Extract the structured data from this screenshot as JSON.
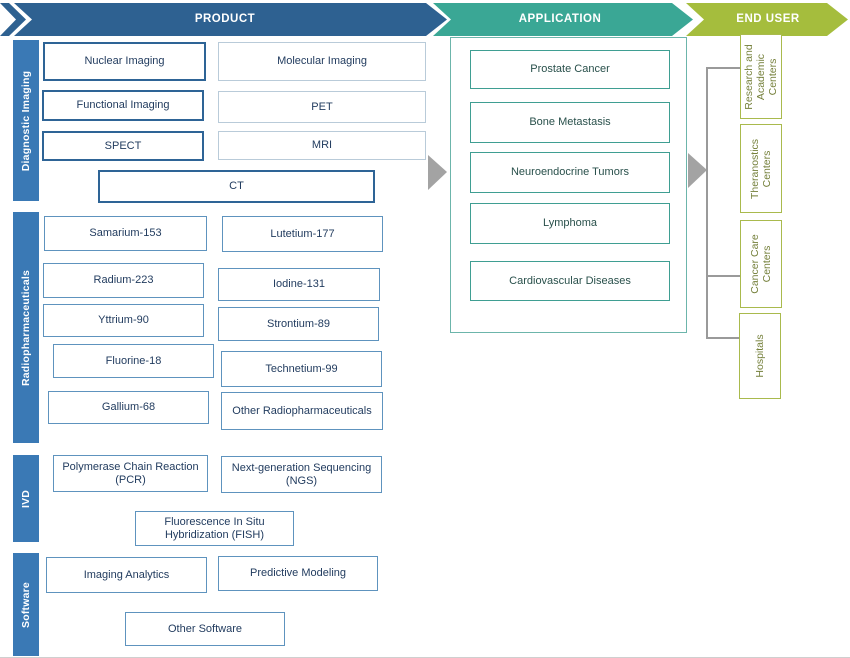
{
  "banners": {
    "product": {
      "label": "PRODUCT",
      "color": "#2e6191"
    },
    "application": {
      "label": "APPLICATION",
      "color": "#3aa795"
    },
    "end_user": {
      "label": "END USER",
      "color": "#a5bd3d"
    }
  },
  "product": {
    "tabs": [
      {
        "label": "Diagnostic Imaging"
      },
      {
        "label": "Radiopharmaceuticals"
      },
      {
        "label": "IVD"
      },
      {
        "label": "Software"
      }
    ],
    "diagnostic_imaging": [
      "Nuclear Imaging",
      "Molecular Imaging",
      "Functional Imaging",
      "PET",
      "SPECT",
      "MRI",
      "CT"
    ],
    "radiopharmaceuticals": [
      "Samarium-153",
      "Lutetium-177",
      "Radium-223",
      "Iodine-131",
      "Yttrium-90",
      "Strontium-89",
      "Fluorine-18",
      "Technetium-99",
      "Gallium-68",
      "Other Radiopharmaceuticals"
    ],
    "ivd": [
      "Polymerase Chain Reaction (PCR)",
      "Next-generation Sequencing (NGS)",
      "Fluorescence In Situ Hybridization (FISH)"
    ],
    "software": [
      "Imaging Analytics",
      "Predictive Modeling",
      "Other Software"
    ]
  },
  "application": {
    "items": [
      "Prostate Cancer",
      "Bone Metastasis",
      "Neuroendocrine Tumors",
      "Lymphoma",
      "Cardiovascular Diseases"
    ]
  },
  "end_user": {
    "items": [
      "Research and Academic Centers",
      "Theranostics Centers",
      "Cancer Care Centers",
      "Hospitals"
    ]
  },
  "colors": {
    "tab_background": "#3a79b5",
    "box_border_dark": "#2e6496",
    "box_border_light": "#b9cbd9",
    "box_border_mid": "#5e93be",
    "box_text": "#223c5f",
    "application_border": "#3f9e92",
    "application_text": "#29504b",
    "end_user_border": "#a9ba4d",
    "end_user_text": "#75803b",
    "arrow_gray": "#a3a3a3",
    "connector_gray": "#9a9a9a"
  }
}
